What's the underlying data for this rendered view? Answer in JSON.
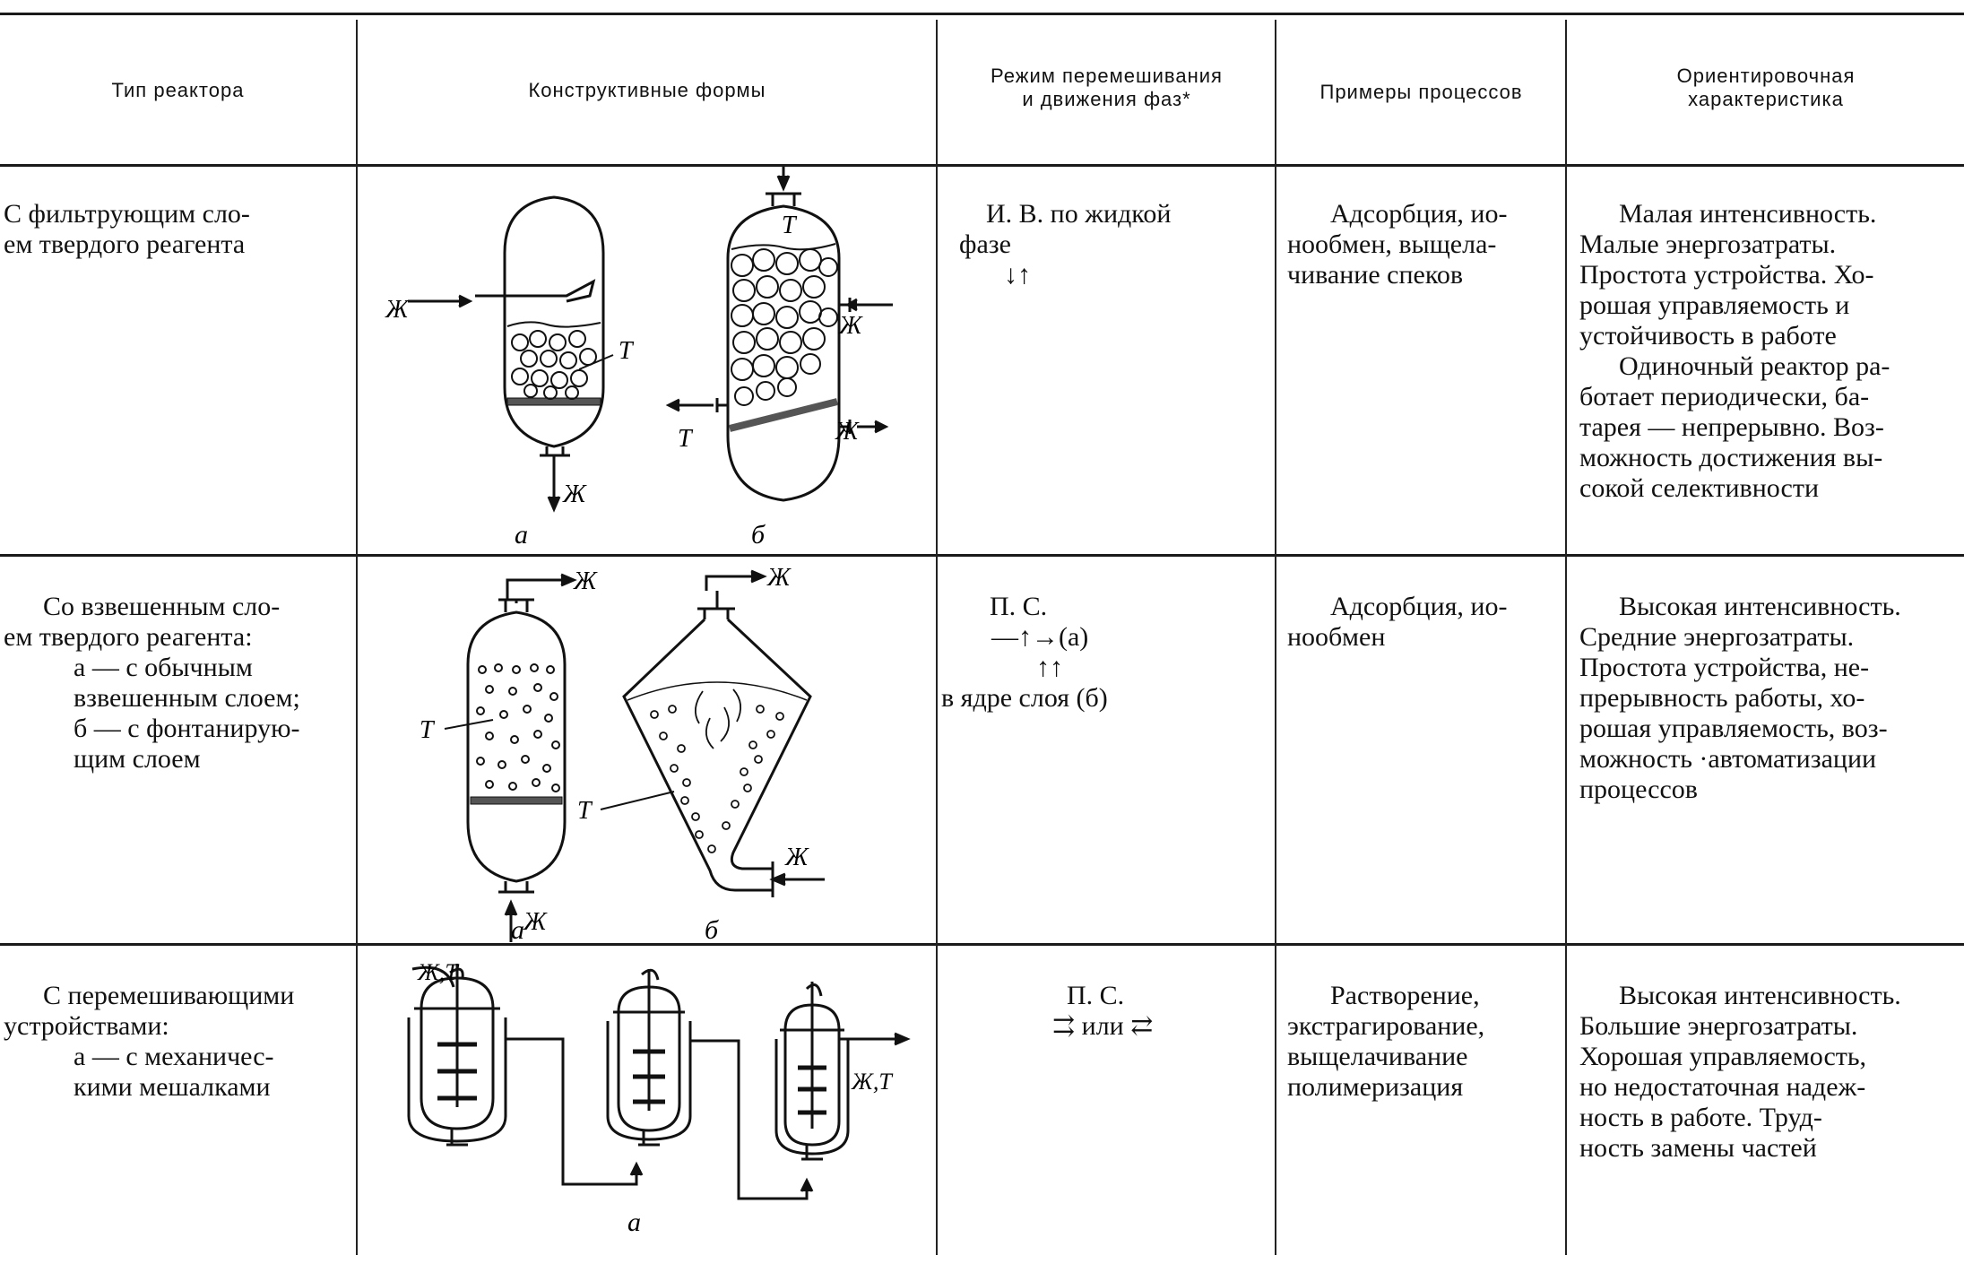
{
  "header": {
    "col1": "Тип реактора",
    "col2": "Конструктивные формы",
    "col3_line1": "Режим перемешивания",
    "col3_line2": "и движения фаз*",
    "col4": "Примеры процессов",
    "col5_line1": "Ориентировочная",
    "col5_line2": "характеристика"
  },
  "rows": [
    {
      "type_lines": [
        "С фильтрующим сло-",
        "ем твердого реагента"
      ],
      "diagram_labels": {
        "liquid": "Ж",
        "solid": "Т",
        "variant_a": "а",
        "variant_b": "б"
      },
      "mode_lines": [
        "И. В. по жидкой",
        "фазе",
        "↓↑"
      ],
      "examples_lines": [
        "Адсорбция, ио-",
        "нообмен, выщела-",
        "чивание спеков"
      ],
      "char_lines": [
        "Малая интенсивность.",
        "Малые энергозатраты.",
        "Простота устройства. Хо-",
        "рошая управляемость и",
        "устойчивость в работе",
        "Одиночный реактор ра-",
        "ботает периодически, ба-",
        "тарея — непрерывно. Воз-",
        "можность достижения вы-",
        "сокой селективности"
      ]
    },
    {
      "type_lines": [
        "Со взвешенным сло-",
        "ем твердого реагента:",
        "а — с обычным",
        "взвешенным слоем;",
        "б — с фонтанирую-",
        "щим слоем"
      ],
      "diagram_labels": {
        "liquid": "Ж",
        "solid": "Т",
        "variant_a": "а",
        "variant_b": "б"
      },
      "mode_lines": [
        "П. С.",
        "—↑→(а)",
        "↑↑",
        "в ядре слоя (б)"
      ],
      "examples_lines": [
        "Адсорбция, ио-",
        "нообмен"
      ],
      "char_lines": [
        "Высокая интенсивность.",
        "Средние энергозатраты.",
        "Простота устройства, не-",
        "прерывность работы, хо-",
        "рошая управляемость, воз-",
        "можность ·автоматизации",
        "процессов"
      ]
    },
    {
      "type_lines": [
        "С перемешивающими",
        "устройствами:",
        "а — с механичес-",
        "кими мешалками"
      ],
      "diagram_labels": {
        "input": "Ж,Т",
        "output": "Ж,Т",
        "variant_a": "а"
      },
      "mode_lines": [
        "П. С.",
        "⇉ или ⇄"
      ],
      "examples_lines": [
        "Растворение,",
        "экстрагирование,",
        "выщелачивание",
        "полимеризация"
      ],
      "char_lines": [
        "Высокая интенсивность.",
        "Большие энергозатраты.",
        "Хорошая управляемость,",
        "но недостаточная надеж-",
        "ность в работе. Труд-",
        "ность замены частей"
      ]
    }
  ]
}
